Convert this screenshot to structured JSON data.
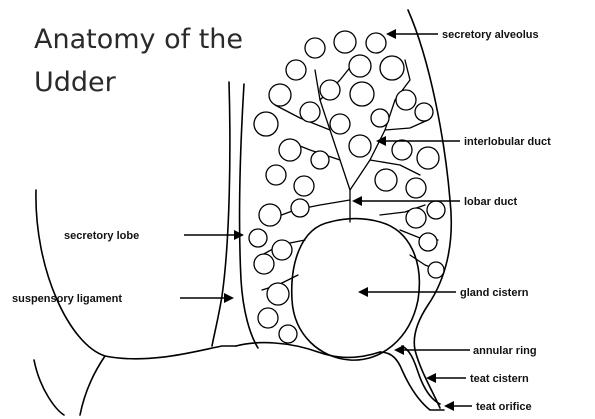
{
  "title": {
    "line1": "Anatomy of the",
    "line2": "Udder"
  },
  "labels": {
    "secretory_alveolus": "secretory alveolus",
    "interlobular_duct": "interlobular duct",
    "lobar_duct": "lobar duct",
    "secretory_lobe": "secretory lobe",
    "gland_cistern": "gland cistern",
    "suspensory_ligament": "suspensory ligament",
    "annular_ring": "annular ring",
    "teat_cistern": "teat cistern",
    "teat_orifice": "teat orifice"
  }
}
